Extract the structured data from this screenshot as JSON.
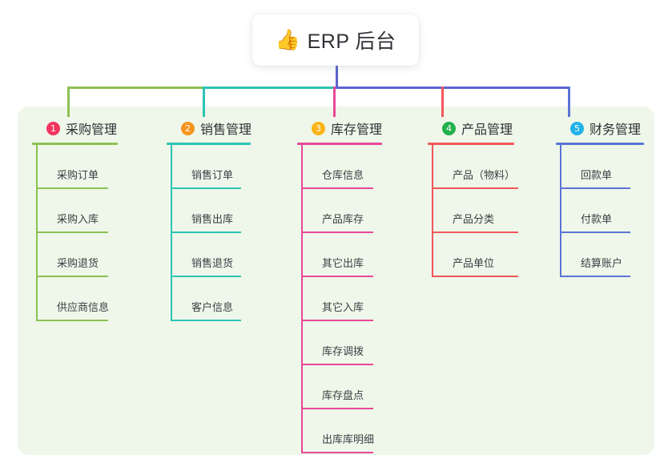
{
  "title": {
    "emoji": "👍",
    "icon_name": "thumbs-up-emoji",
    "text": "ERP 后台"
  },
  "colors": {
    "panel_bg": "#eef7e9",
    "card_bg": "#ffffff",
    "text": "#2f3136",
    "stem": "#5b63cf",
    "bar_green": "#7cc04b",
    "bar_teal": "#17bfb2",
    "bar_purple": "#5b63cf",
    "drop_pink": "#e8489a",
    "drop_red": "#f2565b",
    "drop_blue": "#5b74d6"
  },
  "columns": [
    {
      "index": "1",
      "title": "采购管理",
      "badge_color": "#f2355e",
      "line_color": "#8cc152",
      "items": [
        "采购订单",
        "采购入库",
        "采购退货",
        "供应商信息"
      ]
    },
    {
      "index": "2",
      "title": "销售管理",
      "badge_color": "#f7941e",
      "line_color": "#2bc4b4",
      "items": [
        "销售订单",
        "销售出库",
        "销售退货",
        "客户信息"
      ]
    },
    {
      "index": "3",
      "title": "库存管理",
      "badge_color": "#fbb417",
      "line_color": "#e8489a",
      "items": [
        "仓库信息",
        "产品库存",
        "其它出库",
        "其它入库",
        "库存调拨",
        "库存盘点",
        "出库库明细"
      ]
    },
    {
      "index": "4",
      "title": "产品管理",
      "badge_color": "#22b14c",
      "line_color": "#f2565b",
      "items": [
        "产品（物料）",
        "产品分类",
        "产品单位"
      ]
    },
    {
      "index": "5",
      "title": "财务管理",
      "badge_color": "#21b3e8",
      "line_color": "#5b74d6",
      "items": [
        "回款单",
        "付款单",
        "结算账户"
      ]
    }
  ]
}
